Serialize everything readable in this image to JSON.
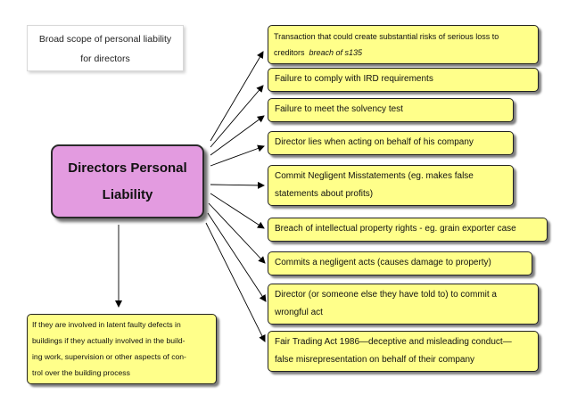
{
  "scope_note": {
    "line1": "Broad scope of personal liability",
    "line2": "for directors"
  },
  "central_node": {
    "line1": "Directors Personal",
    "line2": "Liability"
  },
  "liabilities": [
    {
      "line1": "Transaction that could create substantial risks of serious loss to",
      "line2_plain": "creditors  ",
      "line2_italic": "breach of s135"
    },
    {
      "line1": "Failure to comply with IRD requirements"
    },
    {
      "line1": "Failure to meet the solvency test"
    },
    {
      "line1": "Director lies when acting on behalf of his company"
    },
    {
      "line1": "Commit Negligent Misstatements (eg. makes false",
      "line2": "statements about profits)"
    },
    {
      "line1": "Breach of intellectual property rights  - eg. grain exporter case"
    },
    {
      "line1": "Commits a negligent acts (causes damage to property)"
    },
    {
      "line1": "Director (or someone else they have told to) to commit a",
      "line2": "wrongful act"
    },
    {
      "line1": "Fair Trading Act 1986—deceptive and misleading conduct—",
      "line2": "false misrepresentation on behalf of their company"
    }
  ],
  "building_note": {
    "line1": "If they are involved in latent faulty defects in",
    "line2": "buildings if they actually involved in the build-",
    "line3": "ing work, supervision or other aspects of con-",
    "line4": "trol over the building process"
  },
  "colors": {
    "central_fill": "#e39be0",
    "box_fill": "#ffff8a",
    "border": "#222222",
    "arrow": "#000000"
  }
}
